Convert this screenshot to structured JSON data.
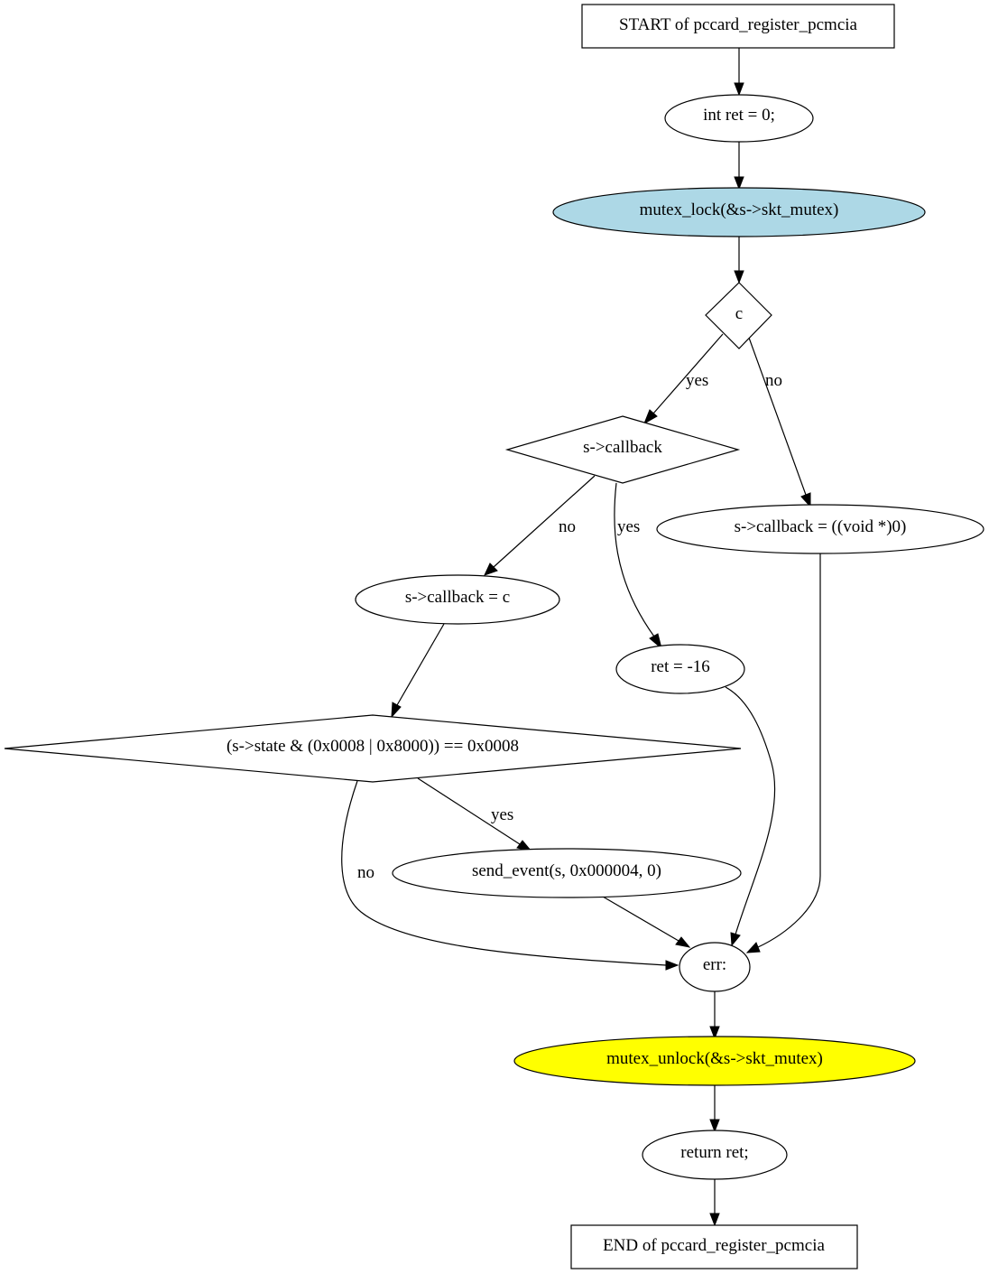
{
  "colors": {
    "lock_fill": "#add8e6",
    "unlock_fill": "#ffff00",
    "default_fill": "#ffffff",
    "stroke": "#000000"
  },
  "nodes": {
    "start": "START of pccard_register_pcmcia",
    "init_ret": "int ret = 0;",
    "mutex_lock": "mutex_lock(&s->skt_mutex)",
    "cond_c": "c",
    "cond_callback": "s->callback",
    "set_callback_null": "s->callback = ((void *)0)",
    "set_callback_c": "s->callback = c",
    "ret_busy": "ret = -16",
    "cond_state": "(s->state & (0x0008 | 0x8000)) == 0x0008",
    "send_event": "send_event(s, 0x000004, 0)",
    "err_label": "err:",
    "mutex_unlock": "mutex_unlock(&s->skt_mutex)",
    "return_ret": "return ret;",
    "end": "END of pccard_register_pcmcia"
  },
  "edge_labels": {
    "c_yes": "yes",
    "c_no": "no",
    "callback_no": "no",
    "callback_yes": "yes",
    "state_yes": "yes",
    "state_no": "no"
  }
}
